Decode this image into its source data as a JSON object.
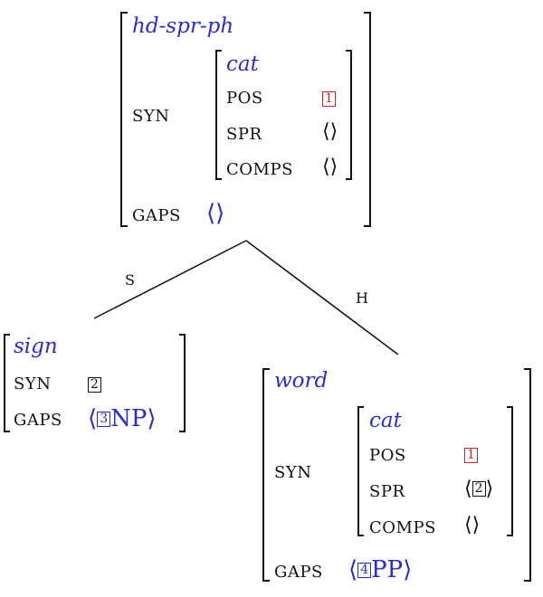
{
  "root": {
    "type": "hd-spr-ph",
    "syn_label": "SYN",
    "gaps_label": "GAPS",
    "gaps_value": "⟨⟩",
    "syn": {
      "type": "cat",
      "pos_label": "POS",
      "pos_tag": "1",
      "spr_label": "SPR",
      "spr_value": "⟨⟩",
      "comps_label": "COMPS",
      "comps_value": "⟨⟩"
    }
  },
  "edges": {
    "left_label": "S",
    "right_label": "H"
  },
  "left": {
    "type": "sign",
    "syn_label": "SYN",
    "syn_tag": "2",
    "gaps_label": "GAPS",
    "gaps_open": "⟨",
    "gaps_tag": "3",
    "gaps_cat": "NP",
    "gaps_close": "⟩"
  },
  "right": {
    "type": "word",
    "syn_label": "SYN",
    "gaps_label": "GAPS",
    "gaps_open": "⟨",
    "gaps_tag": "4",
    "gaps_cat": "PP",
    "gaps_close": "⟩",
    "syn": {
      "type": "cat",
      "pos_label": "POS",
      "pos_tag": "1",
      "spr_label": "SPR",
      "spr_open": "⟨",
      "spr_tag": "2",
      "spr_close": "⟩",
      "comps_label": "COMPS",
      "comps_value": "⟨⟩"
    }
  }
}
